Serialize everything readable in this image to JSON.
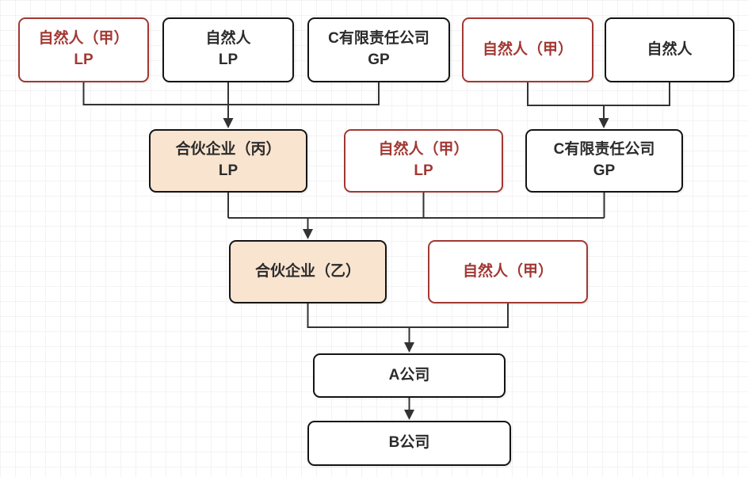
{
  "diagram": {
    "type": "flowchart",
    "description": "Partnership equity structure chart",
    "nodes": [
      {
        "label": "自然人（甲）",
        "sublabel": "LP",
        "variant": "red"
      },
      {
        "label": "自然人",
        "sublabel": "LP",
        "variant": "black"
      },
      {
        "label": "C有限责任公司",
        "sublabel": "GP",
        "variant": "black"
      },
      {
        "label": "自然人（甲）",
        "sublabel": "",
        "variant": "red"
      },
      {
        "label": "自然人",
        "sublabel": "",
        "variant": "black"
      },
      {
        "label": "合伙企业（丙）",
        "sublabel": "LP",
        "variant": "tan"
      },
      {
        "label": "自然人（甲）",
        "sublabel": "LP",
        "variant": "red"
      },
      {
        "label": "C有限责任公司",
        "sublabel": "GP",
        "variant": "black"
      },
      {
        "label": "合伙企业（乙）",
        "sublabel": "",
        "variant": "tan"
      },
      {
        "label": "自然人（甲）",
        "sublabel": "",
        "variant": "red"
      },
      {
        "label": "A公司",
        "sublabel": "",
        "variant": "black"
      },
      {
        "label": "B公司",
        "sublabel": "",
        "variant": "black"
      }
    ],
    "edges": [
      {
        "from": [
          "自然人（甲） LP",
          "自然人 LP",
          "C有限责任公司 GP"
        ],
        "to": "合伙企业（丙） LP"
      },
      {
        "from": [
          "自然人（甲）",
          "自然人"
        ],
        "to": "C有限责任公司 GP"
      },
      {
        "from": [
          "合伙企业（丙） LP",
          "自然人（甲） LP",
          "C有限责任公司 GP"
        ],
        "to": "合伙企业（乙）"
      },
      {
        "from": [
          "合伙企业（乙）",
          "自然人（甲）"
        ],
        "to": "A公司"
      },
      {
        "from": [
          "A公司"
        ],
        "to": "B公司"
      }
    ]
  },
  "colors": {
    "red_accent": "#a23833",
    "tan_fill": "#f9e4d0",
    "node_border": "#141414",
    "connector": "#333333",
    "grid_line": "#ededed",
    "background": "#ffffff"
  }
}
